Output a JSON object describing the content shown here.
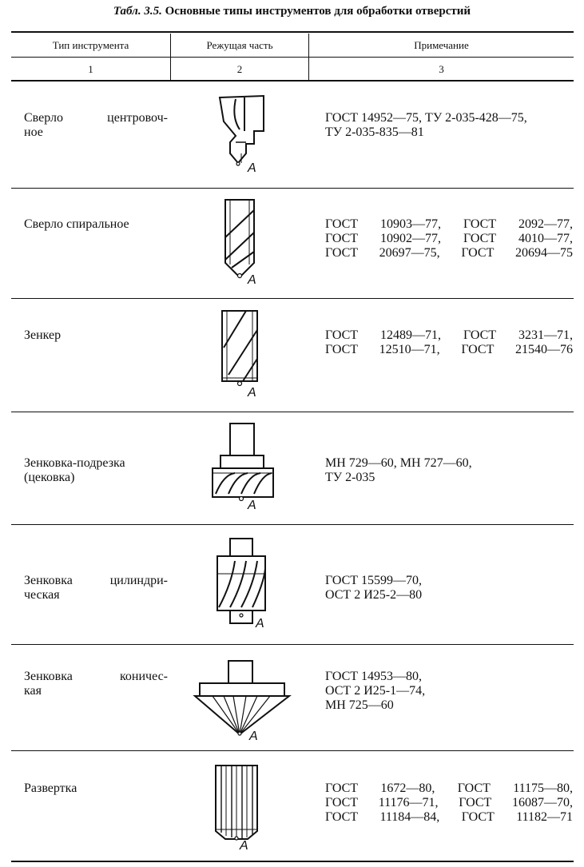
{
  "table": {
    "caption_label": "Табл. 3.5.",
    "caption_text": "Основные типы инструментов для обработки отверстий",
    "headers": [
      "Тип инструмента",
      "Режущая часть",
      "Примечание"
    ],
    "column_numbers": [
      "1",
      "2",
      "3"
    ],
    "rows": [
      {
        "name": [
          "Сверло   центровоч-",
          "ное"
        ],
        "icon": "center-drill-icon",
        "figure_label": "А",
        "note": [
          "ГОСТ 14952—75, ТУ 2-035-428—75,",
          "ТУ 2-035-835—81"
        ]
      },
      {
        "name": [
          "Сверло спиральное"
        ],
        "icon": "twist-drill-icon",
        "figure_label": "А",
        "note": [
          "ГОСТ  10903—77,  ГОСТ  2092—77,",
          "ГОСТ  10902—77, ГОСТ  4010—77,",
          "ГОСТ 20697—75, ГОСТ  20694—75"
        ]
      },
      {
        "name": [
          "Зенкер"
        ],
        "icon": "countersink-core-drill-icon",
        "figure_label": "А",
        "note": [
          "ГОСТ  12489—71,  ГОСТ 3231—71,",
          "ГОСТ 12510—71, ГОСТ 21540—76"
        ]
      },
      {
        "name": [
          "Зенковка-подрезка",
          "(цековка)"
        ],
        "icon": "counterbore-icon",
        "figure_label": "А",
        "note": [
          "МН 729—60, МН 727—60,",
          "ТУ 2-035"
        ]
      },
      {
        "name": [
          "Зенковка цилиндри-",
          "ческая"
        ],
        "icon": "cylindrical-countersink-icon",
        "figure_label": "А",
        "note": [
          "ГОСТ 15599—70,",
          "ОСТ 2 И25-2—80"
        ]
      },
      {
        "name": [
          "Зенковка    коничес-",
          "кая"
        ],
        "icon": "conical-countersink-icon",
        "figure_label": "А",
        "note": [
          "ГОСТ 14953—80,",
          "ОСТ 2 И25-1—74,",
          "МН 725—60"
        ]
      },
      {
        "name": [
          "Развертка"
        ],
        "icon": "reamer-icon",
        "figure_label": "А",
        "note": [
          "ГОСТ  1672—80,  ГОСТ  11175—80,",
          "ГОСТ  11176—71, ГОСТ  16087—70,",
          "ГОСТ 11184—84, ГОСТ  11182—71"
        ]
      }
    ]
  }
}
